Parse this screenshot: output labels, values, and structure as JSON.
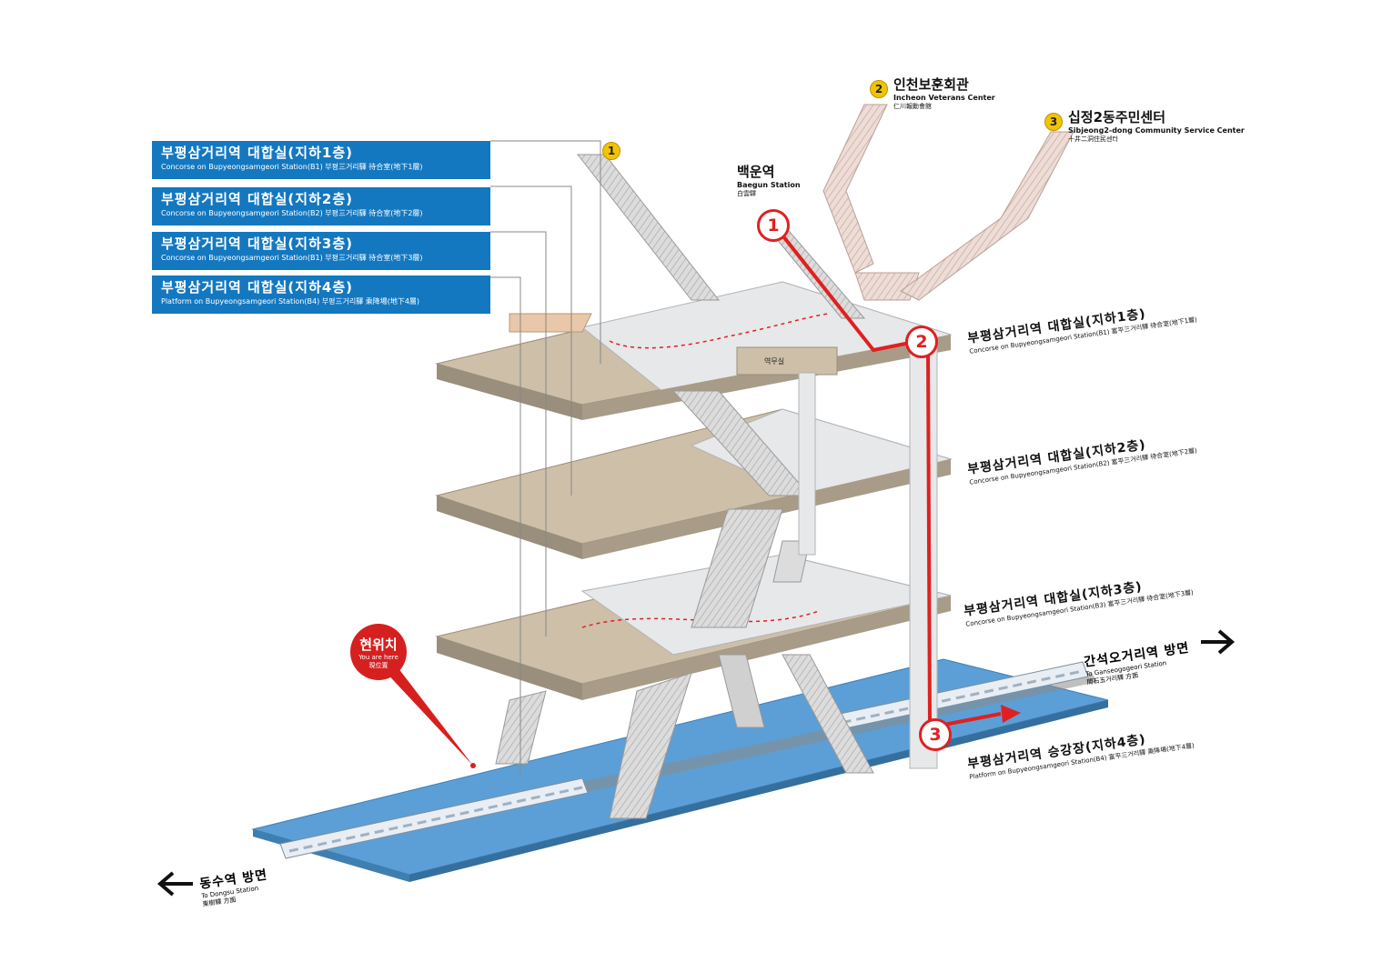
{
  "legend": [
    {
      "ko": "부평삼거리역 대합실(지하1층)",
      "en": "Concorse on Bupyeongsamgeori Station(B1)  부평三거리驛 待合室(地下1層)"
    },
    {
      "ko": "부평삼거리역 대합실(지하2층)",
      "en": "Concorse on Bupyeongsamgeori Station(B2)  부평三거리驛 待合室(地下2層)"
    },
    {
      "ko": "부평삼거리역 대합실(지하3층)",
      "en": "Concorse on Bupyeongsamgeori Station(B1)  부평三거리驛 待合室(地下3層)"
    },
    {
      "ko": "부평삼거리역 대합실(지하4층)",
      "en": "Platform on Bupyeongsamgeori Station(B4)  부평三거리驛 乘降場(地下4層)"
    }
  ],
  "floor_labels": [
    {
      "ko": "부평삼거리역 대합실(지하1층)",
      "en": "Concorse on Bupyeongsamgeori Station(B1) 富平三거리驛 待合室(地下1層)"
    },
    {
      "ko": "부평삼거리역 대합실(지하2층)",
      "en": "Concorse on Bupyeongsamgeori Station(B2) 富平三거리驛 待合室(地下2層)"
    },
    {
      "ko": "부평삼거리역 대합실(지하3층)",
      "en": "Concorse on Bupyeongsamgeori Station(B3) 富平三거리驛 待合室(地下3層)"
    },
    {
      "ko": "부평삼거리역 승강장(지하4층)",
      "en": "Platform on Bupyeongsamgeori Station(B4) 富平三거리驛 乘降場(地下4層)"
    }
  ],
  "exits": [
    {
      "number": "1",
      "ko": "백운역",
      "en": "Baegun Station",
      "zh": "白雲驛"
    },
    {
      "number": "2",
      "ko": "인천보훈회관",
      "en": "Incheon Veterans Center",
      "zh": "仁川報勳會館"
    },
    {
      "number": "3",
      "ko": "십정2동주민센터",
      "en": "Sibjeong2-dong Community Service Center",
      "zh": "十井二洞住民센터"
    }
  ],
  "exit1_marker": "1",
  "you_are_here": {
    "ko": "현위치",
    "en": "You are here",
    "zh": "現位置"
  },
  "directions": {
    "east": {
      "ko": "간석오거리역 방면",
      "en": "To Ganseogogeori Station",
      "zh": "間石五거리驛 方面"
    },
    "west": {
      "ko": "동수역 방면",
      "en": "To Dongsu Station",
      "zh": "東樹驛 方面"
    }
  },
  "route_steps": [
    "1",
    "2",
    "3"
  ],
  "inner_label": "역무실",
  "colors": {
    "legend_bg": "#1478c0",
    "route": "#e02020",
    "floor": "#cdbfa8",
    "concourse": "#e6e8ea",
    "platform": "#5b9fd6",
    "exit_badge": "#f2c400",
    "here": "#d62020"
  }
}
